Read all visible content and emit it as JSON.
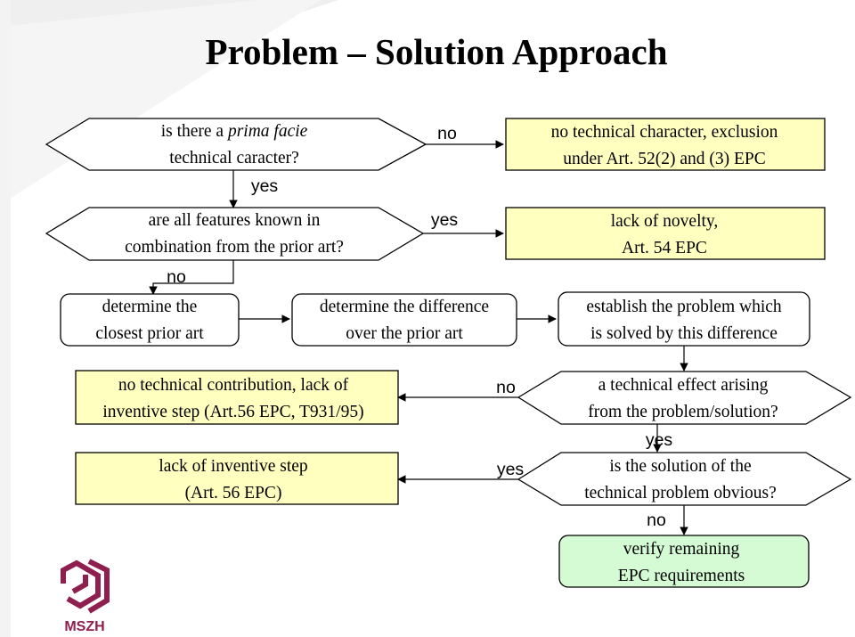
{
  "title": "Problem – Solution Approach",
  "colors": {
    "yellow_box": "#ffffc0",
    "green_box": "#d4fbd4",
    "logo": "#8e1f4e",
    "decor": "#ededed"
  },
  "nodes": {
    "d1": {
      "line1_pre": "is there a ",
      "line1_italic": "prima facie",
      "line2": "technical caracter?"
    },
    "d2": {
      "line1": "are all features known in",
      "line2": "combination from the prior art?"
    },
    "p1": {
      "line1": "determine the",
      "line2": "closest prior art"
    },
    "p2": {
      "line1": "determine the difference",
      "line2": "over the prior art"
    },
    "p3": {
      "line1": "establish the problem which",
      "line2": "is solved by this difference"
    },
    "d3": {
      "line1": "a technical effect arising",
      "line2": "from the problem/solution?"
    },
    "d4": {
      "line1": "is the solution of the",
      "line2": "technical problem obvious?"
    },
    "o1": {
      "line1": "no technical character, exclusion",
      "line2": "under Art. 52(2) and (3) EPC"
    },
    "o2": {
      "line1": "lack of novelty,",
      "line2": "Art. 54 EPC"
    },
    "o3": {
      "line1": "no technical contribution, lack of",
      "line2": "inventive step (Art.56 EPC, T931/95)"
    },
    "o4": {
      "line1": "lack of inventive step",
      "line2": "(Art. 56 EPC)"
    },
    "o5": {
      "line1": "verify remaining",
      "line2": "EPC requirements"
    }
  },
  "edges": {
    "d1_no": "no",
    "d1_yes": "yes",
    "d2_yes": "yes",
    "d2_no": "no",
    "d3_no": "no",
    "d3_yes": "yes",
    "d4_yes": "yes",
    "d4_no": "no"
  },
  "logo": {
    "text": "MSZH"
  }
}
